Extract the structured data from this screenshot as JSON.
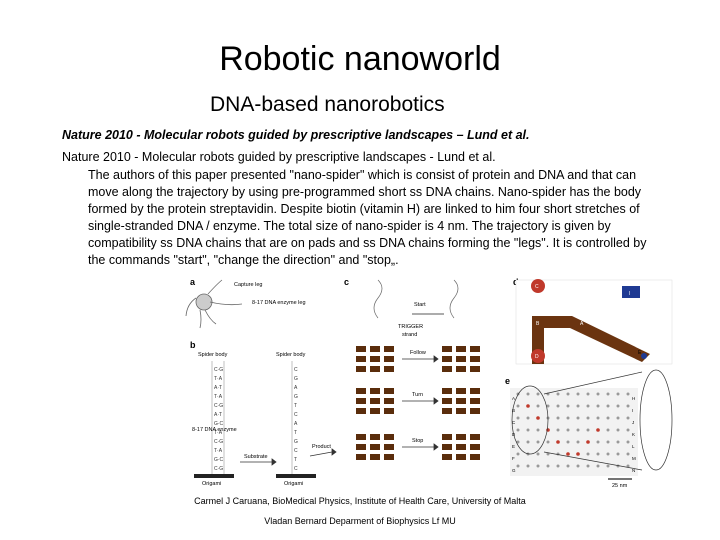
{
  "slide": {
    "title": "Robotic nanoworld",
    "subtitle": "DNA-based nanorobotics",
    "ref_bold": "Nature 2010 - Molecular robots guided by prescriptive landscapes – Lund et al.",
    "ref_plain": "Nature 2010 - Molecular robots guided by prescriptive landscapes - Lund et al.",
    "body": "The authors of this paper presented \"nano-spider\" which is consist of protein and DNA and that can move along the trajectory by using pre-programmed short ss DNA chains. Nano-spider has the body formed by the protein streptavidin. Despite biotin (vitamin H) are linked to him four short stretches of single-stranded DNA / enzyme. The total size of nano-spider is 4 nm. The trajectory is given by compatibility ss DNA chains that are on pads and ss DNA chains forming the \"legs\". It is controlled by the commands \"start\", \"change the direction\" and \"stop„.",
    "credit_line1": "Carmel J Caruana, BioMedical Physics, Institute of Health Care, University of Malta",
    "credit_line2": "Vladan Bernard Deparment of Biophysics Lf MU"
  },
  "figure": {
    "panel_labels": [
      "a",
      "b",
      "c",
      "d",
      "e"
    ],
    "panel_a": {
      "capture_leg": "Capture leg",
      "enzyme_leg": "8-17 DNA enzyme leg"
    },
    "panel_b": {
      "spider_body_1": "Spider body",
      "spider_body_2": "Spider body",
      "enzyme": "8-17 DNA enzyme",
      "substrate": "Substrate",
      "product": "Product",
      "origami_1": "Origami",
      "origami_2": "Origami"
    },
    "panel_c": {
      "start": "Start",
      "trigger": "TRIGGER",
      "strand": "strand",
      "follow": "Follow",
      "turn": "Turn",
      "stop": "Stop"
    },
    "panel_d": {
      "labels": [
        "C",
        "I",
        "B",
        "A",
        "D",
        "E"
      ]
    },
    "panel_e": {
      "labels": [
        "A",
        "B",
        "C",
        "D",
        "E",
        "F",
        "G",
        "H",
        "I",
        "J",
        "K",
        "L",
        "M",
        "N"
      ],
      "scale": "25 nm"
    }
  }
}
